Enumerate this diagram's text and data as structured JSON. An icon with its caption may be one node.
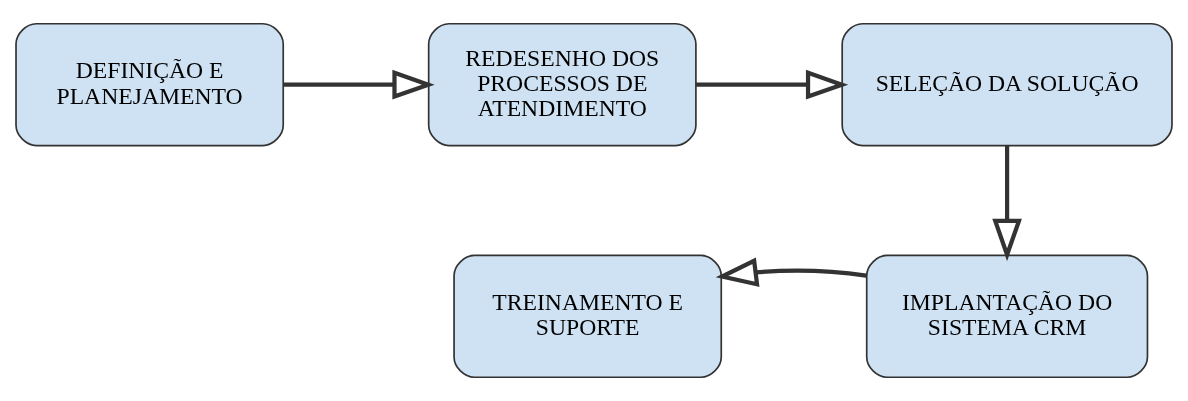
{
  "diagram": {
    "nodes": [
      {
        "text": [
          "DEFINIÇÃO E PLANEJAMENTO"
        ]
      },
      {
        "text": [
          "REDESENHO DOS PROCESSOS DE ATENDIMENTO"
        ]
      },
      {
        "text": [
          "SELEÇÃO DA SOLUÇÃO"
        ]
      },
      {
        "text": [
          "IMPLANTAÇÃO DO SISTEMA CRM"
        ]
      },
      {
        "text": [
          "TREINAMENTO E SUPORTE"
        ]
      }
    ],
    "edges": [
      {
        "from": 0,
        "to": 1,
        "arrow": "to"
      },
      {
        "from": 1,
        "to": 2,
        "arrow": "to"
      },
      {
        "from": 2,
        "to": 3,
        "arrow": "to"
      },
      {
        "from": 3,
        "to": 4,
        "arrow": "to"
      }
    ]
  }
}
